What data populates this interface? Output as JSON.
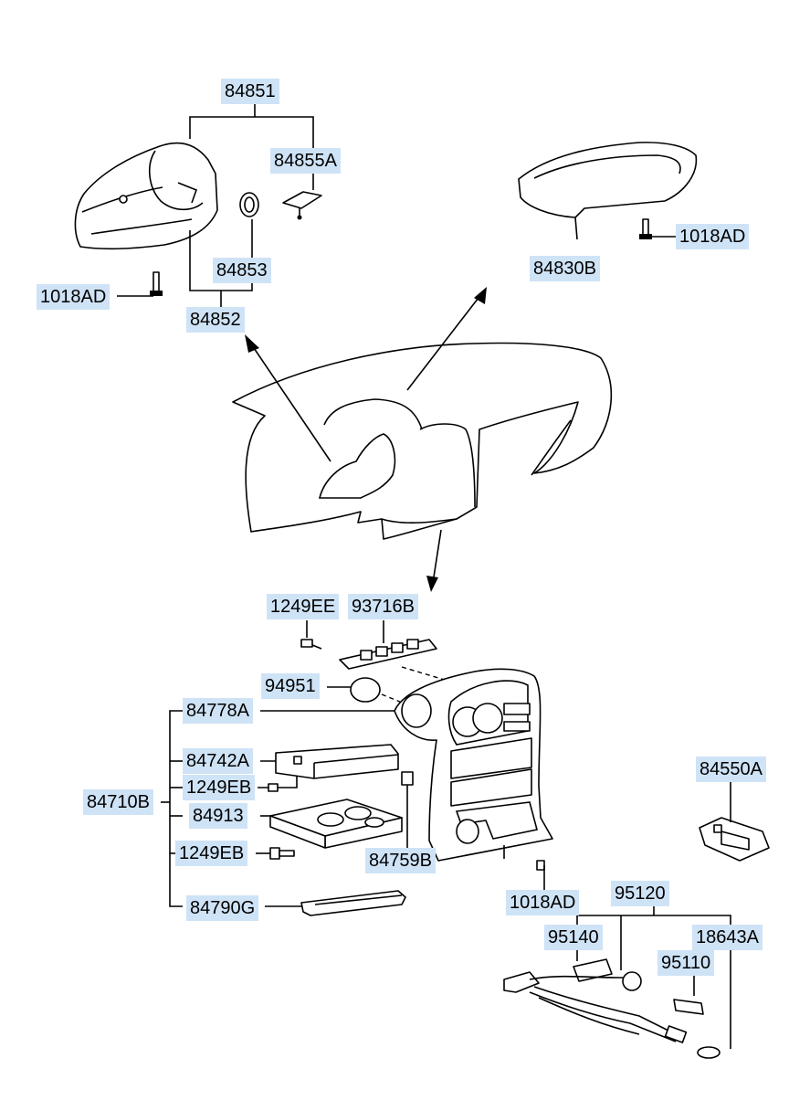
{
  "labels": {
    "l84851": "84851",
    "l84855A": "84855A",
    "l84853": "84853",
    "l84852": "84852",
    "l1018AD_a": "1018AD",
    "l84830B": "84830B",
    "l1018AD_b": "1018AD",
    "l1249EE": "1249EE",
    "l93716B": "93716B",
    "l94951": "94951",
    "l84778A": "84778A",
    "l84742A": "84742A",
    "l1249EB_a": "1249EB",
    "l84710B": "84710B",
    "l84913": "84913",
    "l1249EB_b": "1249EB",
    "l84759B": "84759B",
    "l84790G": "84790G",
    "l1018AD_c": "1018AD",
    "l84550A": "84550A",
    "l95120": "95120",
    "l95140": "95140",
    "l18643A": "18643A",
    "l95110": "95110"
  }
}
